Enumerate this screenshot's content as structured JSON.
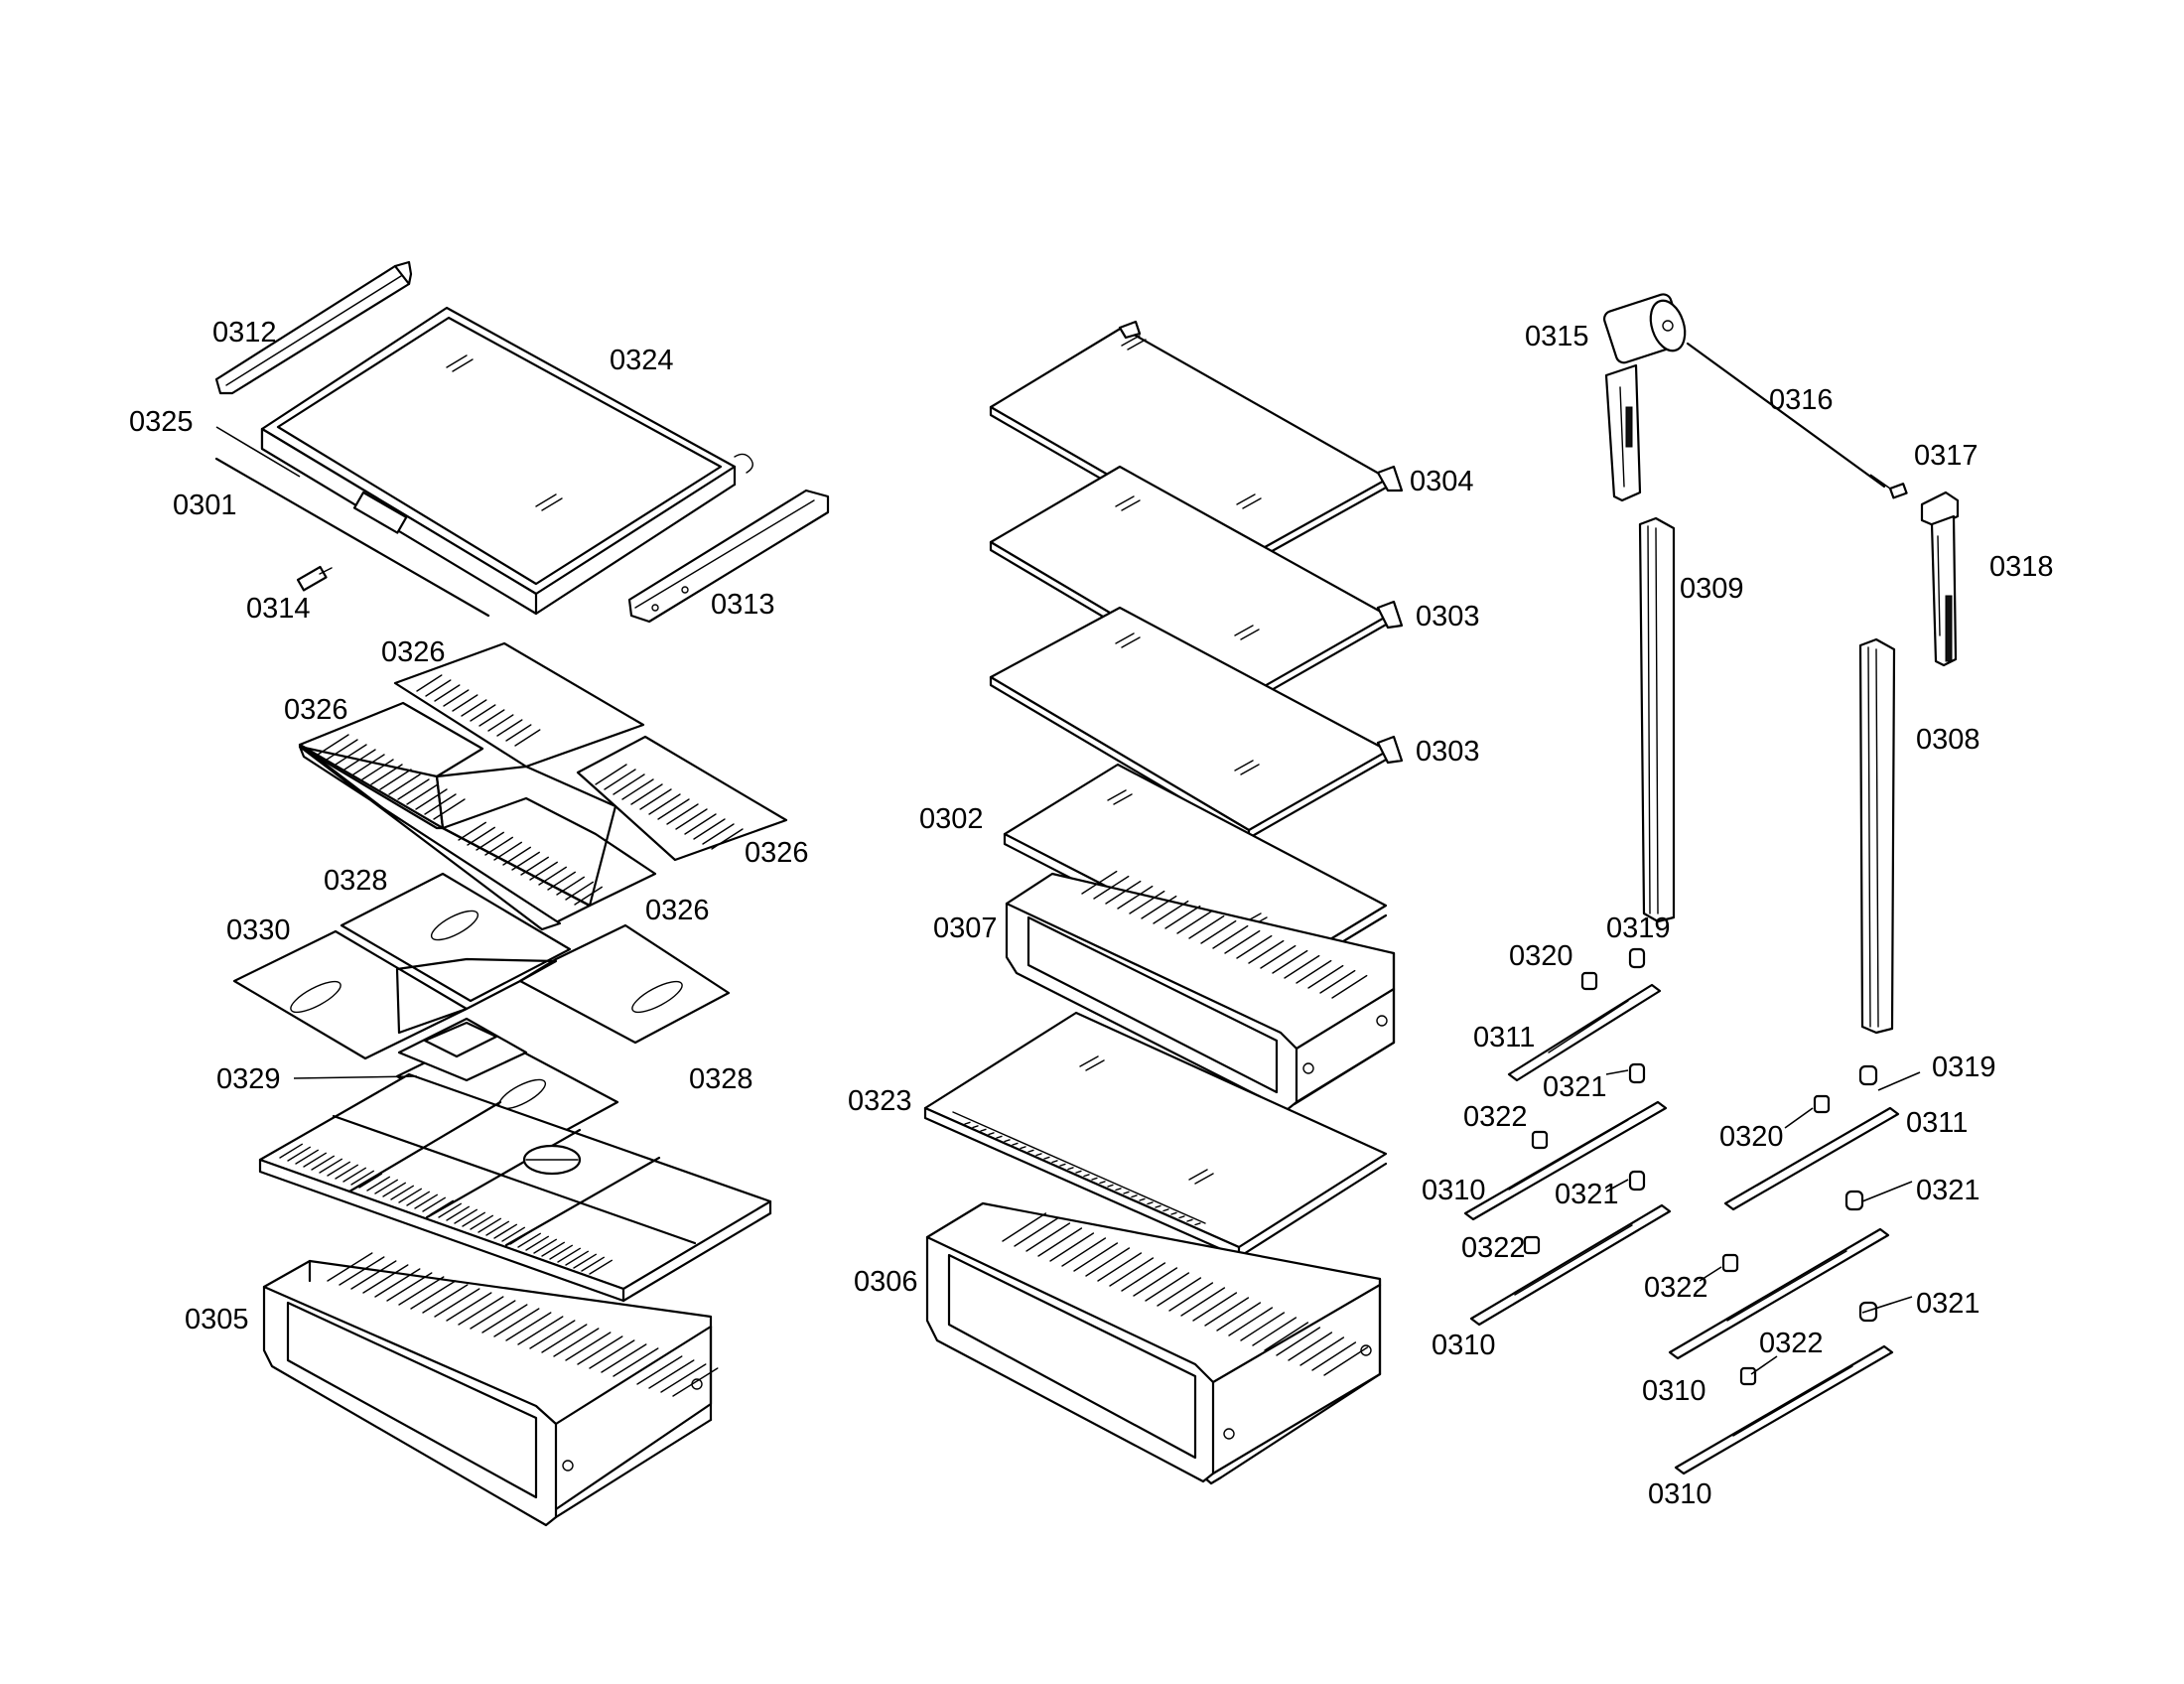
{
  "callouts": [
    {
      "id": "c0312",
      "text": "0312"
    },
    {
      "id": "c0324",
      "text": "0324"
    },
    {
      "id": "c0325",
      "text": "0325"
    },
    {
      "id": "c0301",
      "text": "0301"
    },
    {
      "id": "c0314",
      "text": "0314"
    },
    {
      "id": "c0313",
      "text": "0313"
    },
    {
      "id": "c0326a",
      "text": "0326"
    },
    {
      "id": "c0326b",
      "text": "0326"
    },
    {
      "id": "c0326c",
      "text": "0326"
    },
    {
      "id": "c0326d",
      "text": "0326"
    },
    {
      "id": "c0328a",
      "text": "0328"
    },
    {
      "id": "c0330",
      "text": "0330"
    },
    {
      "id": "c0329",
      "text": "0329"
    },
    {
      "id": "c0328b",
      "text": "0328"
    },
    {
      "id": "c0305",
      "text": "0305"
    },
    {
      "id": "c0304",
      "text": "0304"
    },
    {
      "id": "c0303a",
      "text": "0303"
    },
    {
      "id": "c0303b",
      "text": "0303"
    },
    {
      "id": "c0302",
      "text": "0302"
    },
    {
      "id": "c0307",
      "text": "0307"
    },
    {
      "id": "c0323",
      "text": "0323"
    },
    {
      "id": "c0306",
      "text": "0306"
    },
    {
      "id": "c0315",
      "text": "0315"
    },
    {
      "id": "c0316",
      "text": "0316"
    },
    {
      "id": "c0317",
      "text": "0317"
    },
    {
      "id": "c0318",
      "text": "0318"
    },
    {
      "id": "c0309",
      "text": "0309"
    },
    {
      "id": "c0308",
      "text": "0308"
    },
    {
      "id": "c0319a",
      "text": "0319"
    },
    {
      "id": "c0320a",
      "text": "0320"
    },
    {
      "id": "c0311a",
      "text": "0311"
    },
    {
      "id": "c0321a",
      "text": "0321"
    },
    {
      "id": "c0322a",
      "text": "0322"
    },
    {
      "id": "c0310a",
      "text": "0310"
    },
    {
      "id": "c0321b",
      "text": "0321"
    },
    {
      "id": "c0322b",
      "text": "0322"
    },
    {
      "id": "c0310b",
      "text": "0310"
    },
    {
      "id": "c0319b",
      "text": "0319"
    },
    {
      "id": "c0320b",
      "text": "0320"
    },
    {
      "id": "c0311b",
      "text": "0311"
    },
    {
      "id": "c0321c",
      "text": "0321"
    },
    {
      "id": "c0322c",
      "text": "0322"
    },
    {
      "id": "c0321d",
      "text": "0321"
    },
    {
      "id": "c0322d",
      "text": "0322"
    },
    {
      "id": "c0310c",
      "text": "0310"
    },
    {
      "id": "c0310d",
      "text": "0310"
    }
  ]
}
